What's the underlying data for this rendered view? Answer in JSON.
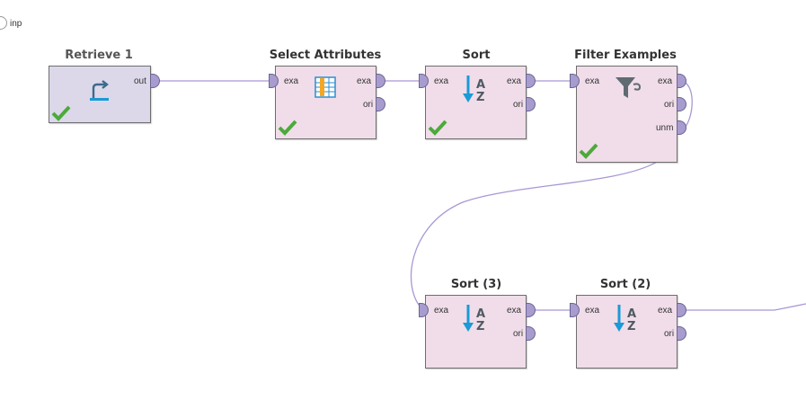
{
  "process_input": {
    "label": "inp"
  },
  "operators": [
    {
      "title": "Retrieve 1",
      "ports": {
        "out": "out"
      }
    },
    {
      "title": "Select Attributes",
      "ports": {
        "in": "exa",
        "out1": "exa",
        "out2": "ori"
      }
    },
    {
      "title": "Sort",
      "ports": {
        "in": "exa",
        "out1": "exa",
        "out2": "ori"
      }
    },
    {
      "title": "Filter Examples",
      "ports": {
        "in": "exa",
        "out1": "exa",
        "out2": "ori",
        "out3": "unm"
      }
    },
    {
      "title": "Sort (3)",
      "ports": {
        "in": "exa",
        "out1": "exa",
        "out2": "ori"
      }
    },
    {
      "title": "Sort (2)",
      "ports": {
        "in": "exa",
        "out1": "exa",
        "out2": "ori"
      }
    }
  ],
  "icons": {
    "retrieve": "retrieve-arrow-icon",
    "select_attributes": "table-columns-icon",
    "sort": "sort-az-icon",
    "filter": "funnel-filter-icon",
    "status": "checkmark-icon"
  },
  "colors": {
    "operator_fill": "#f0dde9",
    "retrieve_fill": "#dcd8ea",
    "wire": "#a898d4",
    "port": "#a89ccf",
    "check": "#4caa3a",
    "icon_blue": "#1a9ad6"
  },
  "sort_icon_text": {
    "a": "A",
    "z": "Z"
  }
}
